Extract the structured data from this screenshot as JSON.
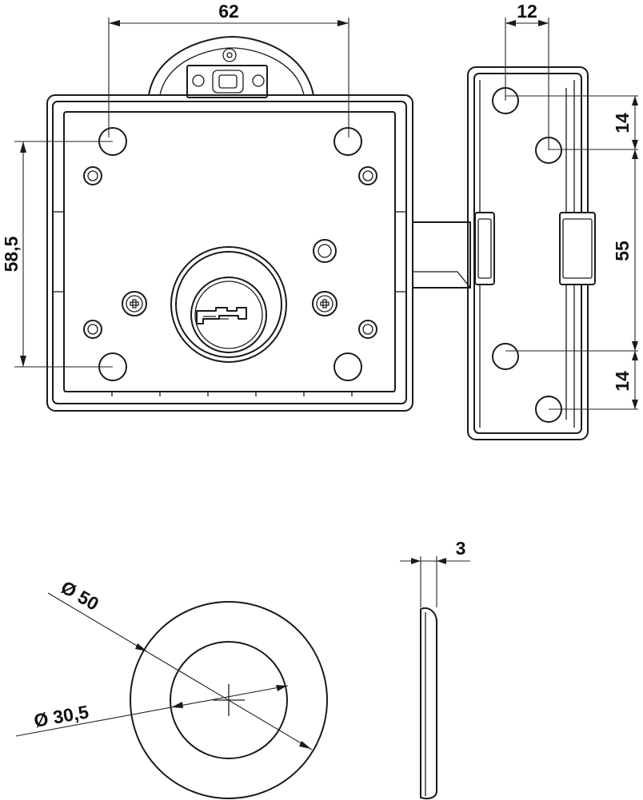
{
  "dimensions": {
    "hole_spacing_horizontal": "62",
    "hole_spacing_vertical": "58,5",
    "keeper_offset": "12",
    "keeper_top_spacing": "14",
    "keeper_center_spacing": "55",
    "keeper_bottom_spacing": "14",
    "rosette_thickness": "3",
    "rosette_outer_diameter": "Ø 50",
    "rosette_inner_diameter": "Ø 30,5"
  }
}
